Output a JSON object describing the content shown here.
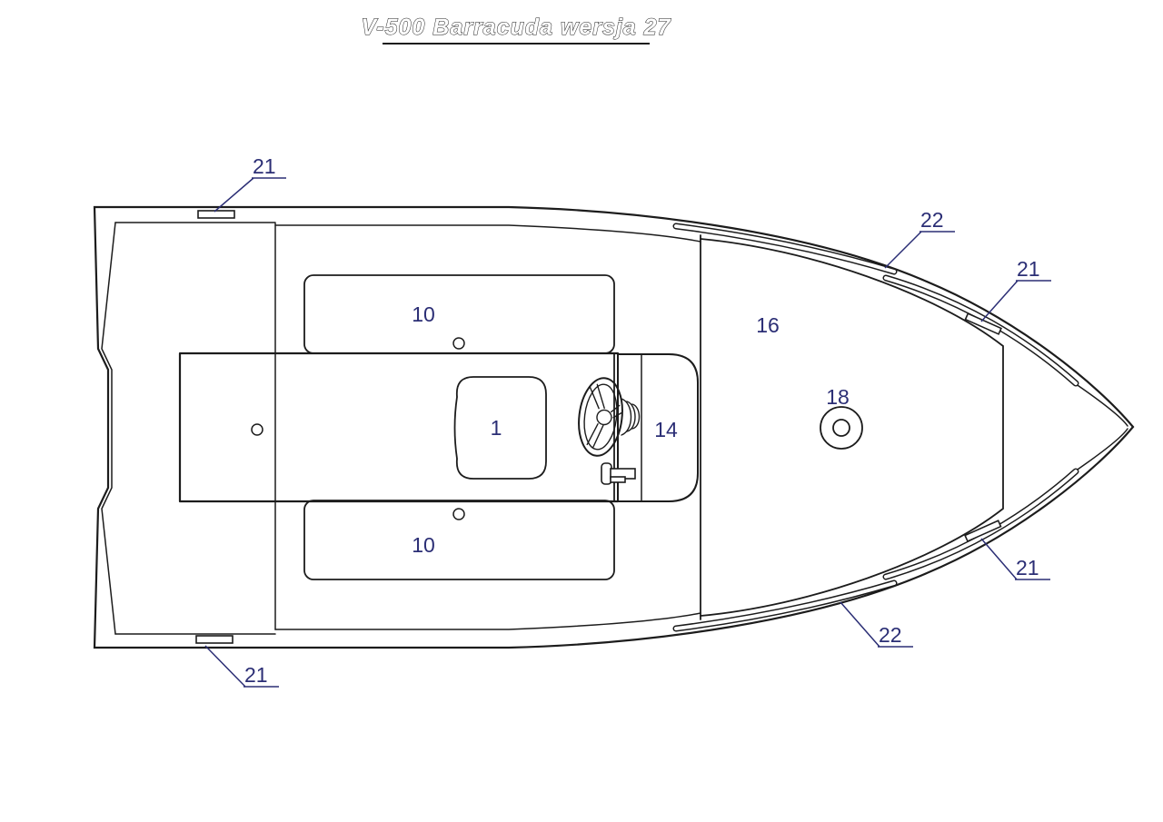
{
  "title": "V-500 Barracuda wersja 27",
  "colors": {
    "drawing_line": "#1c1c1c",
    "callout": "#2b2e75",
    "background": "#ffffff"
  },
  "part_labels": {
    "driver_seat": "1",
    "bench_top": "10",
    "bench_bottom": "10",
    "console": "14",
    "foredeck": "16",
    "fuel_filler": "18"
  },
  "callouts": {
    "cleat_stern_top": "21",
    "cleat_stern_bottom": "21",
    "cleat_bow_top": "21",
    "cleat_bow_bottom": "21",
    "rubrail_top": "22",
    "rubrail_bottom": "22"
  }
}
